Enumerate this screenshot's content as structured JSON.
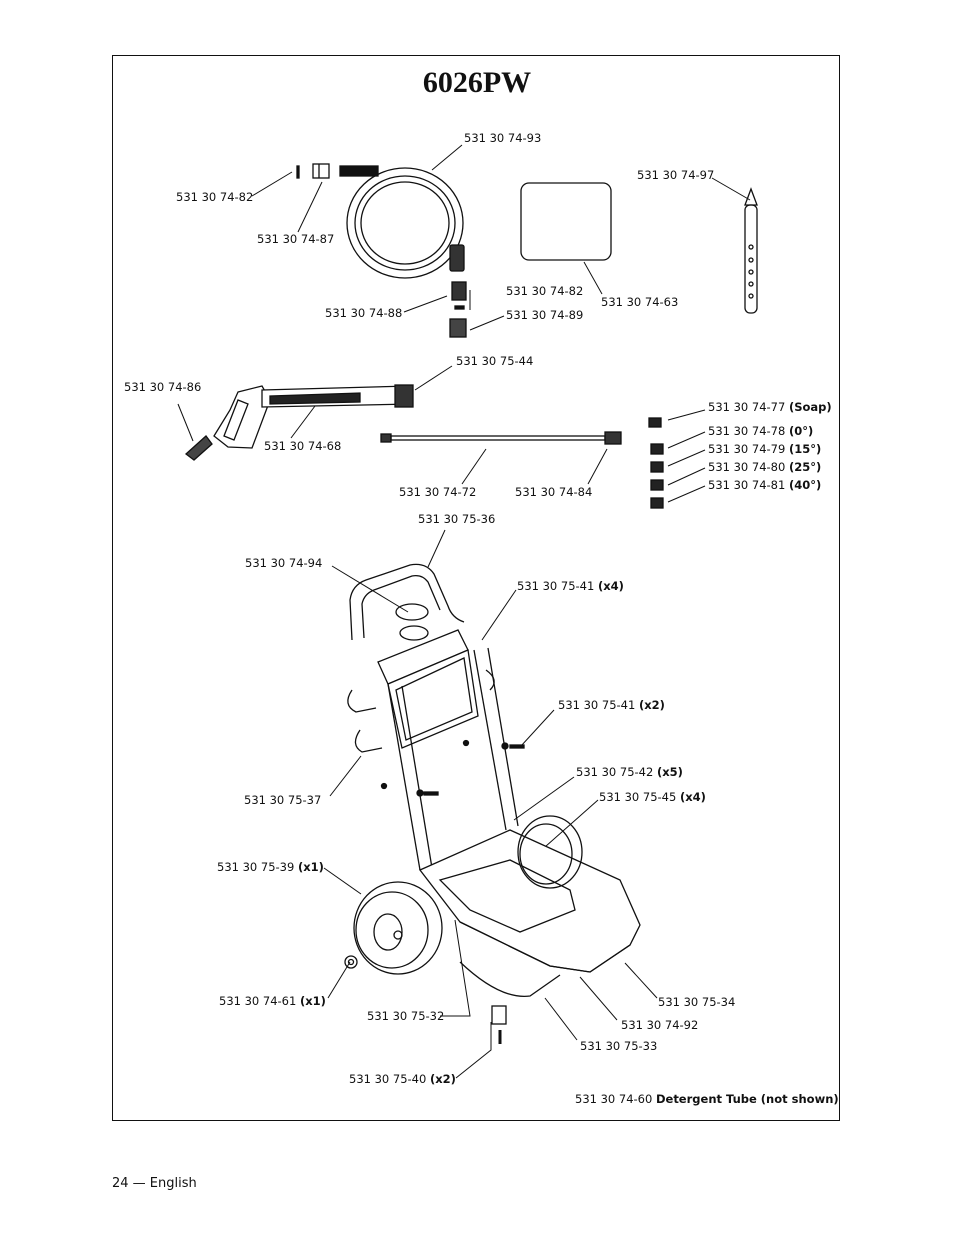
{
  "page_title": "6026PW",
  "footer": "24 — English",
  "parts": {
    "p1": "531 30 74-93",
    "p2": "531 30 74-97",
    "p3": "531 30 74-82",
    "p4": "531 30 74-87",
    "p5": "531 30 74-82",
    "p6": "531 30 74-88",
    "p7": "531 30 74-89",
    "p8": "531 30 74-63",
    "p9": "531 30 75-44",
    "p10": "531 30 74-86",
    "p11": "531 30 74-68",
    "p12": "531 30 74-77",
    "p12b": "(Soap)",
    "p13": "531 30 74-78",
    "p13b": "(0°)",
    "p14": "531 30 74-79",
    "p14b": "(15°)",
    "p15": "531 30 74-80",
    "p15b": "(25°)",
    "p16": "531 30 74-81",
    "p16b": "(40°)",
    "p17": "531 30 74-72",
    "p18": "531 30 74-84",
    "p19": "531 30 75-36",
    "p20": "531 30 74-94",
    "p21": "531 30 75-41",
    "p21b": "(x4)",
    "p22": "531 30 75-41",
    "p22b": "(x2)",
    "p23": "531 30 75-37",
    "p24": "531 30 75-42",
    "p24b": "(x5)",
    "p25": "531 30 75-45",
    "p25b": "(x4)",
    "p26": "531 30 75-39",
    "p26b": "(x1)",
    "p27": "531 30 74-61",
    "p27b": "(x1)",
    "p28": "531 30 75-32",
    "p29": "531 30 75-34",
    "p30": "531 30 74-92",
    "p31": "531 30 75-33",
    "p32": "531 30 75-40",
    "p32b": "(x2)",
    "p33": "531 30 74-60",
    "p33b": "Detergent Tube (not shown)"
  }
}
